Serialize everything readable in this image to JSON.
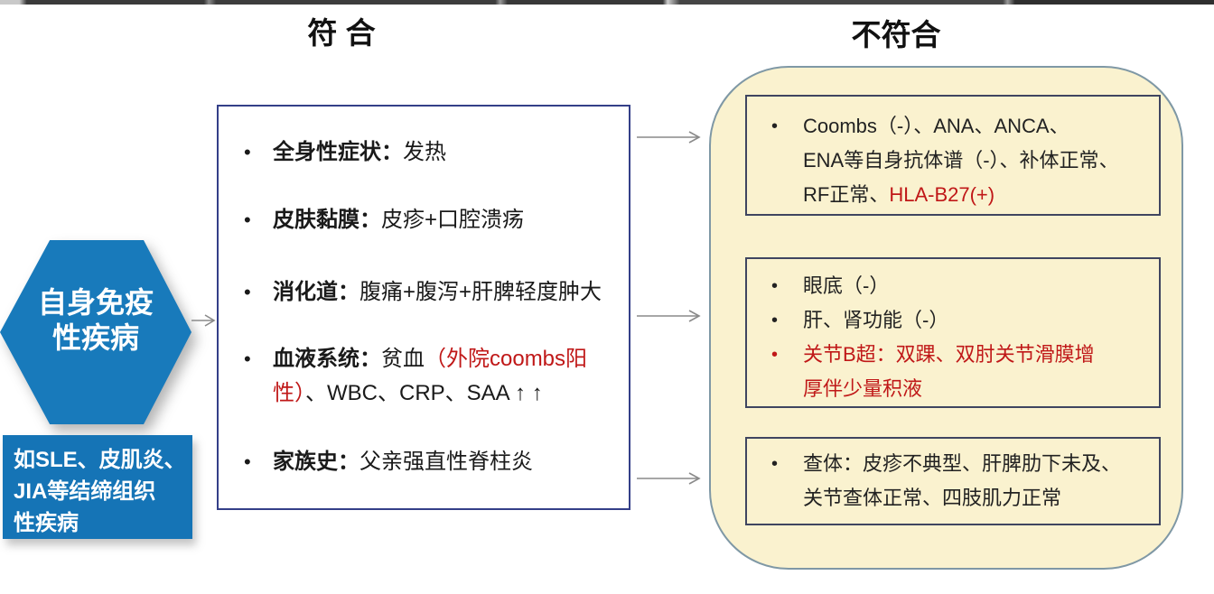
{
  "ui": {
    "bullet": "•"
  },
  "colors": {
    "hexagon_blue": "#187abb",
    "examples_blue": "#1574b6",
    "panel_yellow": "#faf2cf",
    "panel_border": "#7f98a5",
    "inner_box_border": "#3f4560",
    "match_box_border": "#343f88",
    "highlight_red": "#c01818",
    "arrow_gray": "#8a8a8a"
  },
  "headers": {
    "match": "符 合",
    "mismatch": "不符合"
  },
  "hexagon": {
    "label": "自身免疫\n性疾病"
  },
  "examples_box": {
    "text": "如SLE、皮肌炎、\nJIA等结缔组织\n性疾病"
  },
  "match_box": {
    "items": [
      {
        "segments": [
          {
            "t": "全身性症状：",
            "bold": true
          },
          {
            "t": "发热"
          }
        ]
      },
      {
        "segments": [
          {
            "t": "皮肤黏膜：",
            "bold": true
          },
          {
            "t": "皮疹+口腔溃疡"
          }
        ]
      },
      {
        "segments": [
          {
            "t": "消化道：",
            "bold": true
          },
          {
            "t": "腹痛+腹泻+肝脾轻度肿大"
          }
        ]
      },
      {
        "segments": [
          {
            "t": "血液系统：",
            "bold": true
          },
          {
            "t": "贫血"
          },
          {
            "t": "（外院coombs阳\n性）",
            "red": true
          },
          {
            "t": "、WBC、CRP、SAA ↑ ↑"
          }
        ]
      },
      {
        "segments": [
          {
            "t": "家族史：",
            "bold": true
          },
          {
            "t": "父亲强直性脊柱炎"
          }
        ]
      }
    ]
  },
  "mismatch_panel": {
    "boxes": [
      {
        "items": [
          {
            "segments": [
              {
                "t": "Coombs（-）、ANA、ANCA、\nENA等自身抗体谱（-）、补体正常、\nRF正常、"
              },
              {
                "t": "HLA-B27(+)",
                "red": true
              }
            ]
          }
        ]
      },
      {
        "items": [
          {
            "segments": [
              {
                "t": "眼底（-）"
              }
            ]
          },
          {
            "segments": [
              {
                "t": "肝、肾功能（-）"
              }
            ]
          },
          {
            "segments": [
              {
                "t": "关节B超：双踝、双肘关节滑膜增\n厚伴少量积液",
                "red": true
              }
            ]
          }
        ]
      },
      {
        "items": [
          {
            "segments": [
              {
                "t": "查体：皮疹不典型、肝脾肋下未及、\n关节查体正常、四肢肌力正常"
              }
            ]
          }
        ]
      }
    ]
  }
}
